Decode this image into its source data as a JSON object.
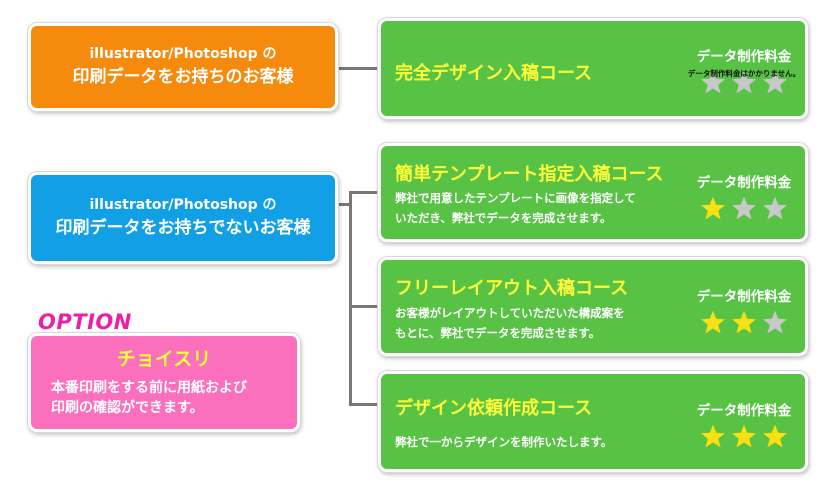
{
  "customers": {
    "with_data": {
      "line1": "illustrator/Photoshop の",
      "line2": "印刷データをお持ちのお客様"
    },
    "without_data": {
      "line1": "illustrator/Photoshop の",
      "line2": "印刷データをお持ちでないお客様"
    }
  },
  "fee_label": "データ制作料金",
  "courses": [
    {
      "title": "完全デザイン入稿コース",
      "desc1": "",
      "desc2": "",
      "fee_note": "データ制作料金はかかりません。",
      "stars": 0
    },
    {
      "title": "簡単テンプレート指定入稿コース",
      "desc1": "弊社で用意したテンプレートに画像を指定して",
      "desc2": "いただき、弊社でデータを完成させます。",
      "fee_note": "",
      "stars": 1
    },
    {
      "title": "フリーレイアウト入稿コース",
      "desc1": "お客様がレイアウトしていただいた構成案を",
      "desc2": "もとに、弊社でデータを完成させます。",
      "fee_note": "",
      "stars": 2
    },
    {
      "title": "デザイン依頼作成コース",
      "desc1": "弊社で一からデザインを制作いたします。",
      "desc2": "",
      "fee_note": "",
      "stars": 3
    }
  ],
  "option": {
    "label": "OPTION",
    "title": "チョイスリ",
    "desc1": "本番印刷をする前に用紙および",
    "desc2": "印刷の確認ができます。"
  },
  "colors": {
    "orange": "#f58a0c",
    "blue": "#119fe6",
    "green": "#58c245",
    "pink": "#fb6fbd",
    "title_yellow": "#fdfd3a",
    "star_on": "#f7e014",
    "star_off": "#c8c8c8",
    "connector": "#777777"
  }
}
